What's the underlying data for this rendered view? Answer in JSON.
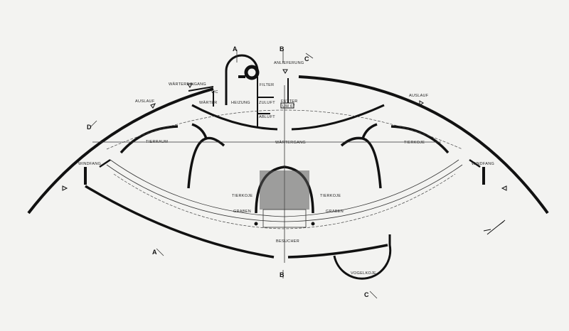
{
  "plan": {
    "labels": {
      "auslauf_left": "AUSLAUF",
      "auslauf_right": "AUSLAUF",
      "waertereingang": "WÄRTEREINGANG",
      "wc": "WC",
      "waerter": "WÄRTER",
      "heizung": "HEIZUNG",
      "filter": "FILTER",
      "zuluft": "ZULUFT",
      "abluft": "ABLUFT",
      "futter": "FUTTER",
      "futter_sub": "UM 67",
      "anlieferung": "ANLIEFERUNG",
      "waertergang": "WÄRTERGANG",
      "tierraum": "TIERRAUM",
      "tierkoje_right": "TIERKOJE",
      "tierkoje_center_left": "TIERKOJE",
      "tierkoje_center_right": "TIERKOJE",
      "graben_left": "GRABEN",
      "graben_right": "GRABEN",
      "besucher": "BESUCHER",
      "vogelkoje": "VOGELKOJE",
      "windfang_left": "WINDFANG",
      "windfang_right": "WINDFANG"
    },
    "section_marks": {
      "a": "A",
      "b": "B",
      "c": "C"
    },
    "colors": {
      "ink": "#111111",
      "paper": "#f3f3f1"
    }
  }
}
